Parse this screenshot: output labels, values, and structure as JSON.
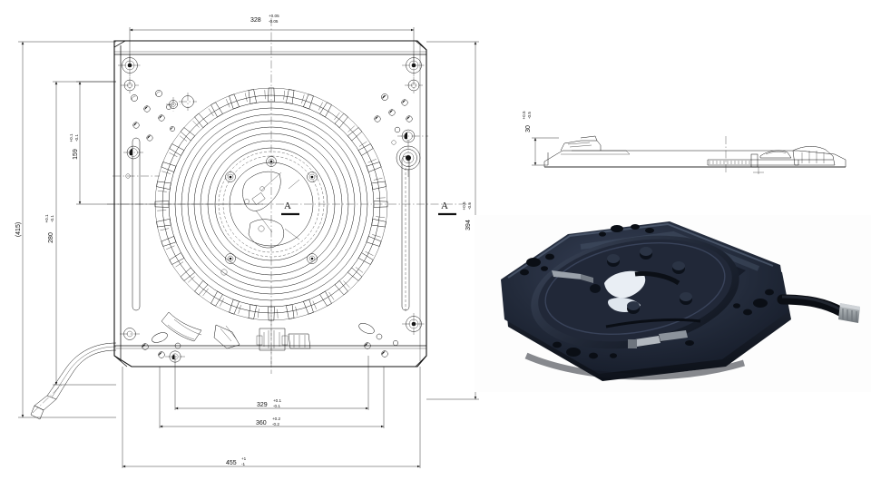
{
  "document": {
    "type": "engineering-drawing",
    "subject": "Seat swivel turntable base plate",
    "background_color": "#ffffff",
    "line_color": "#111111",
    "views": [
      "top-view",
      "side-section-view",
      "product-photo"
    ]
  },
  "top_view": {
    "label": "top-view",
    "section_marks": [
      {
        "id": "section-a-center",
        "label": "A"
      },
      {
        "id": "section-a-right",
        "label": "A"
      }
    ],
    "dimensions": {
      "top_width": {
        "value": "328",
        "tol_plus": "+0.05",
        "tol_minus": "-0.05",
        "display": "328"
      },
      "bottom_inner": {
        "value": "329",
        "tol_plus": "+0.1",
        "tol_minus": "-0.1",
        "display": "329"
      },
      "bottom_outer": {
        "value": "360",
        "tol_plus": "+0.2",
        "tol_minus": "-0.2",
        "display": "360"
      },
      "overall_width": {
        "value": "455",
        "tol_plus": "+1",
        "tol_minus": "-1",
        "display": "455"
      },
      "left_overall_height": {
        "value": "(415)",
        "tol_plus": "",
        "tol_minus": "",
        "display": "(415)"
      },
      "left_mid_height": {
        "value": "280",
        "tol_plus": "+0.1",
        "tol_minus": "-0.1",
        "display": "280"
      },
      "left_upper_height": {
        "value": "159",
        "tol_plus": "+0.1",
        "tol_minus": "-0.1",
        "display": "159"
      },
      "right_height": {
        "value": "394",
        "tol_plus": "+0.5",
        "tol_minus": "-0.5",
        "display": "394"
      }
    }
  },
  "side_view": {
    "label": "side-section-view",
    "dimensions": {
      "thickness": {
        "value": "30",
        "tol_plus": "+0.5",
        "tol_minus": "-0.5",
        "display": "30"
      }
    }
  },
  "photo": {
    "label": "product-photo",
    "description": "Dark navy metal swivel base plate with cable and connector",
    "colors": {
      "body_dark": "#1b2230",
      "body_mid": "#2a3344",
      "body_light": "#3c4758",
      "highlight": "#5b6878",
      "cable": "#0d1017",
      "connector": "#9aa0a4",
      "background": "#fdfdfd"
    }
  }
}
